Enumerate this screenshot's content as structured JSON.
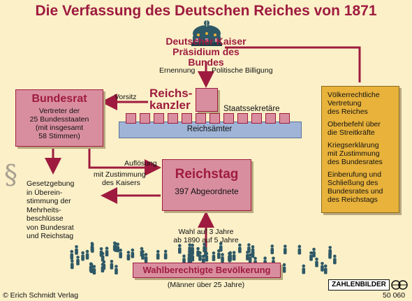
{
  "title": "Die Verfassung des Deutschen Reiches von 1871",
  "kaiser": {
    "title": "Deutscher Kaiser",
    "subtitle": "Präsidium des Bundes"
  },
  "kaiser_arrow": {
    "left": "Ernennung",
    "right": "Politische Billigung"
  },
  "reichskanzler": {
    "line1": "Reichs-",
    "line2": "kanzler"
  },
  "staatssekretaere": "Staatssekretäre",
  "reichsaemter": "Reichsämter",
  "vorsitz": "Vorsitz",
  "bundesrat": {
    "title": "Bundesrat",
    "lines": [
      "Vertreter der",
      "25 Bundesstaaten",
      "(mit insgesamt",
      "58 Stimmen)"
    ]
  },
  "aufloesung": {
    "line1": "Auflösung",
    "line2": "mit Zustimmung",
    "line3": "des Kaisers"
  },
  "reichstag": {
    "title": "Reichstag",
    "subtitle": "397 Abgeordnete"
  },
  "paragraph_symbol": "§",
  "gesetzgebung": [
    "Gesetzgebung",
    "in Überein-",
    "stimmung der",
    "Mehrheits-",
    "beschlüsse",
    "von Bundesrat",
    "und Reichstag"
  ],
  "kaiser_powers": [
    [
      "Völkerrechtliche",
      "Vertretung",
      "des Reiches"
    ],
    [
      "Oberbefehl über",
      "die Streitkräfte"
    ],
    [
      "Kriegserklärung",
      "mit Zustimmung",
      "des Bundesrates"
    ],
    [
      "Einberufung und",
      "Schließung des",
      "Bundesrates und",
      "des Reichstags"
    ]
  ],
  "wahl": {
    "line1": "Wahl auf 3 Jahre",
    "line2": "ab 1890 auf 5 Jahre"
  },
  "bevoelkerung": {
    "title": "Wahlberechtigte Bevölkerung",
    "subtitle": "(Männer über 25 Jahre)"
  },
  "footer": {
    "publisher": "© Erich Schmidt Verlag",
    "brand": "ZAHLENBILDER",
    "number": "50 060"
  },
  "colors": {
    "maroon": "#9e1b3f",
    "pink": "#d98ea0",
    "tan": "#e8b23b",
    "background": "#fbf0c8",
    "steel": "#2e5866"
  },
  "icons": [
    "crown-icon",
    "paragraph-icon",
    "people-silhouettes",
    "zahlenbilder-logo-icon"
  ]
}
